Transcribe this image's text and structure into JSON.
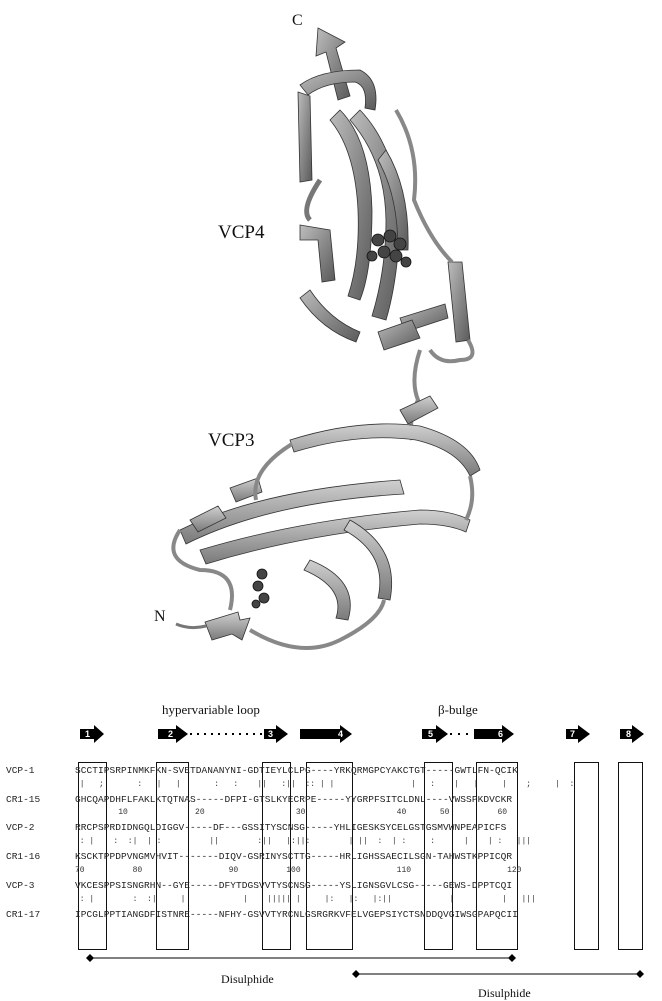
{
  "figure": {
    "terminus_c": "C",
    "terminus_n": "N",
    "domain_top": "VCP4",
    "domain_bottom": "VCP3"
  },
  "alignment": {
    "header_loop": "hypervariable loop",
    "header_bulge": "β-bulge",
    "strand_numbers": [
      "1",
      "2",
      "3",
      "4",
      "5",
      "6",
      "7",
      "8"
    ],
    "rows": [
      {
        "name": "VCP-1",
        "seq": "SCCTIPSRPINMKFKN-SVETDANANYNI-GDTIEYLCLPG----YRKQRMGPCYAKCTGT-----GWTLFN-QCIK"
      },
      {
        "match": " |   ;       :   |   |       :   :    ||   :||  :: | |                |   :    |   |     |    ;     |  :"
      },
      {
        "name": "CR1-15",
        "seq": "GHCQAPDHFLFAKLKTQTNAS-----DFPI-GTSLKYECRPE-----YYGRPFSITCLDNL----VWSSPKDVCKR"
      },
      {
        "match": "         10              20                   30                   40       50          60"
      },
      {
        "name": "VCP-2",
        "seq": "RRCPSPRDIDNGQLDIGGV-----DF---GSSITYSCNSG-----YHLIGESKSYCELGSTGSMVWNPEAPICFS"
      },
      {
        "match": " : |    :  :|  | :          ||        :||   |:||:        | ||  :  | :     :      |    | :   |||"
      },
      {
        "name": "CR1-16",
        "seq": "KSCKTPPDPVNGMVHVIT-------DIQV-GSRINYSCTTG-----HRLIGHSSAECILSGN-TAHWSTKPPICQR"
      },
      {
        "match": "70          80                  90          100                    110                    120"
      },
      {
        "name": "VCP-3",
        "seq": "VKCESPPSISNGRHN--GYE-----DFYTDGSVVTYSCNSG-----YSLIGNSGVLCSG-----GEWS-DPPTCQI"
      },
      {
        "match": " : |        :  :|     |            |    ||||| |     |:   |:   |:||            |          |   |||"
      },
      {
        "name": "CR1-17",
        "seq": "IPCGLPPTIANGDFISTNRE-----NFHY-GSVVTYRCNLGSRGRKVFELVGEPSIYCTSNDDQVGIWSGPAPQCII"
      }
    ],
    "disulphide_label": "Disulphide"
  }
}
